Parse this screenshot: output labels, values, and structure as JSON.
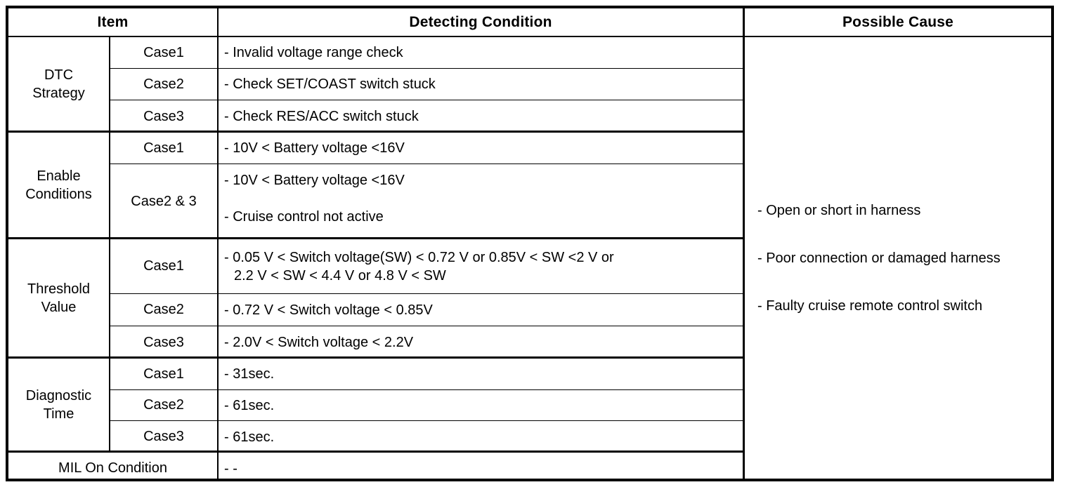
{
  "table": {
    "headers": {
      "item": "Item",
      "detecting_condition": "Detecting Condition",
      "possible_cause": "Possible Cause"
    },
    "groups": [
      {
        "label": "DTC\nStrategy",
        "label_line1": "DTC",
        "label_line2": "Strategy",
        "rows": [
          {
            "case": "Case1",
            "condition_line1": "-  Invalid voltage range check",
            "condition_line2": ""
          },
          {
            "case": "Case2",
            "condition_line1": "-  Check SET/COAST switch stuck",
            "condition_line2": ""
          },
          {
            "case": "Case3",
            "condition_line1": "-  Check RES/ACC switch stuck",
            "condition_line2": ""
          }
        ]
      },
      {
        "label_line1": "Enable",
        "label_line2": "Conditions",
        "rows": [
          {
            "case": "Case1",
            "condition_line1": "-  10V < Battery voltage <16V",
            "condition_line2": ""
          },
          {
            "case": "Case2 & 3",
            "condition_line1": "-  10V < Battery voltage <16V",
            "condition_line2": "-  Cruise control not active"
          }
        ]
      },
      {
        "label_line1": "Threshold",
        "label_line2": "Value",
        "rows": [
          {
            "case": "Case1",
            "condition_line1": "-  0.05 V < Switch voltage(SW) < 0.72 V or 0.85V < SW <2 V or",
            "condition_line2": "2.2 V < SW < 4.4 V or 4.8 V < SW"
          },
          {
            "case": "Case2",
            "condition_line1": "-  0.72 V < Switch voltage < 0.85V",
            "condition_line2": ""
          },
          {
            "case": "Case3",
            "condition_line1": "-  2.0V < Switch voltage < 2.2V",
            "condition_line2": ""
          }
        ]
      },
      {
        "label_line1": "Diagnostic",
        "label_line2": "Time",
        "rows": [
          {
            "case": "Case1",
            "condition_line1": "-  31sec.",
            "condition_line2": ""
          },
          {
            "case": "Case2",
            "condition_line1": "-  61sec.",
            "condition_line2": ""
          },
          {
            "case": "Case3",
            "condition_line1": "-  61sec.",
            "condition_line2": ""
          }
        ]
      }
    ],
    "mil_row": {
      "label": "MIL On Condition",
      "condition": "-  -"
    },
    "possible_cause_items": [
      "-  Open or short in harness",
      "-  Poor connection or damaged harness",
      "-  Faulty cruise remote control switch"
    ]
  },
  "colors": {
    "border": "#000000",
    "text": "#000000",
    "background": "#ffffff"
  }
}
